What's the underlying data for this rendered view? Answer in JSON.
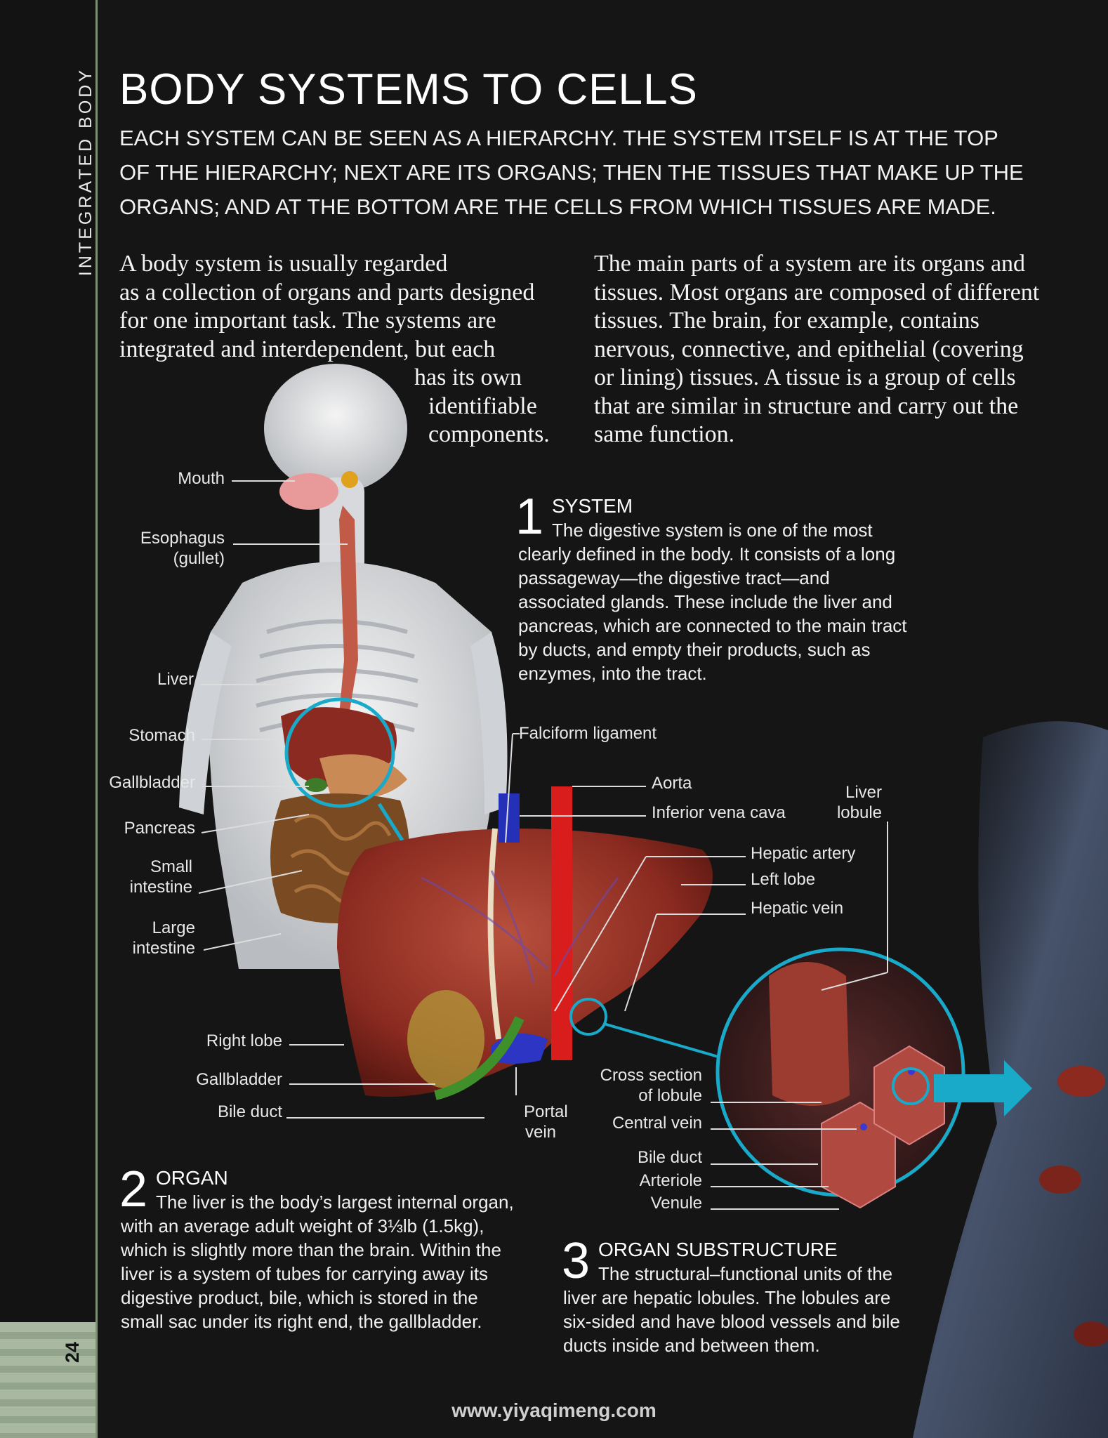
{
  "spine": {
    "title": "INTEGRATED BODY",
    "page_number": "24"
  },
  "title": "BODY SYSTEMS TO CELLS",
  "subtitle": "EACH SYSTEM CAN BE SEEN AS A HIERARCHY. THE SYSTEM ITSELF IS AT THE TOP OF THE HIERARCHY; NEXT ARE ITS ORGANS; THEN THE TISSUES THAT MAKE UP THE ORGANS; AND AT THE BOTTOM ARE THE CELLS FROM WHICH TISSUES ARE MADE.",
  "intro_left": {
    "line1": "A body system is usually regarded",
    "line2": "as a collection of organs and parts designed",
    "line3": "for one important task. The systems are",
    "line4": "integrated and interdependent, but each",
    "line5": "has its own",
    "line6": "identifiable",
    "line7": "components."
  },
  "intro_right": "The main parts of a system are its organs and tissues. Most organs are composed of different tissues. The brain, for example, contains nervous, connective, and epithelial (covering or lining) tissues. A tissue is a group of cells that are similar in structure and carry out the same function.",
  "system_labels": {
    "mouth": "Mouth",
    "esophagus_1": "Esophagus",
    "esophagus_2": "(gullet)",
    "liver": "Liver",
    "stomach": "Stomach",
    "gallbladder": "Gallbladder",
    "pancreas": "Pancreas",
    "small_intestine_1": "Small",
    "small_intestine_2": "intestine",
    "large_intestine_1": "Large",
    "large_intestine_2": "intestine"
  },
  "section1": {
    "number": "1",
    "heading": "SYSTEM",
    "text": "The digestive system is one of the most clearly defined in the body. It consists of a long passageway—the digestive tract—and associated glands. These include the liver and pancreas, which are connected to the main tract by ducts, and empty their products, such as enzymes, into the tract."
  },
  "organ_labels": {
    "falciform": "Falciform ligament",
    "aorta": "Aorta",
    "ivc": "Inferior vena cava",
    "lobule_1": "Liver",
    "lobule_2": "lobule",
    "hepatic_artery": "Hepatic artery",
    "left_lobe": "Left lobe",
    "hepatic_vein": "Hepatic vein",
    "right_lobe": "Right lobe",
    "gallbladder": "Gallbladder",
    "bile_duct": "Bile duct",
    "portal_1": "Portal",
    "portal_2": "vein"
  },
  "lobule_labels": {
    "cross_section_1": "Cross section",
    "cross_section_2": "of lobule",
    "central_vein": "Central vein",
    "bile_duct": "Bile duct",
    "arteriole": "Arteriole",
    "venule": "Venule"
  },
  "section2": {
    "number": "2",
    "heading": "ORGAN",
    "text": "The liver is the body’s largest internal organ, with an average adult weight of 3⅓lb (1.5kg), which is slightly more than the brain. Within the liver is a system of tubes for carrying away its digestive product, bile, which is stored in the small sac under its right end, the gallbladder."
  },
  "section3": {
    "number": "3",
    "heading": "ORGAN SUBSTRUCTURE",
    "text": "The structural–functional units of the liver are hepatic lobules. The lobules are six-sided and have blood vessels and bile ducts inside and between them."
  },
  "footer": "www.yiyaqimeng.com",
  "colors": {
    "background": "#151515",
    "accent_cyan": "#19a9c9",
    "liver_red": "#8f2c22",
    "spine_green": "#a9b9a1"
  }
}
